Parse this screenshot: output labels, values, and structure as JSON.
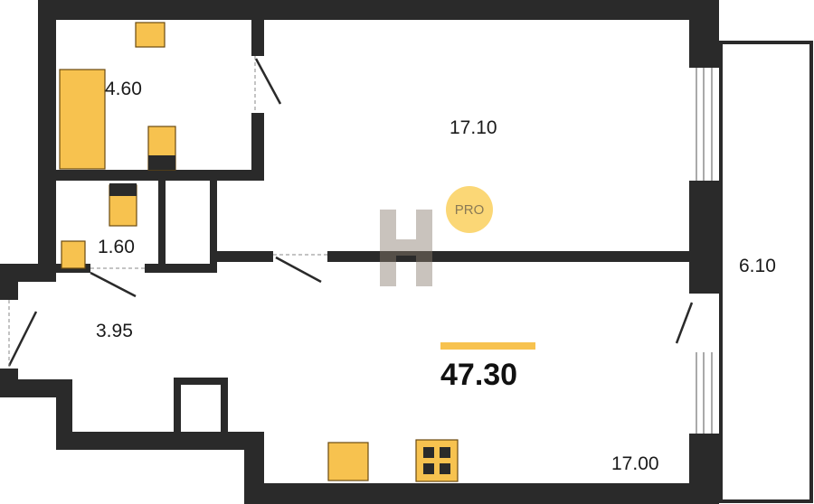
{
  "rooms": {
    "bathroom": "4.60",
    "living_room": "17.10",
    "toilet": "1.60",
    "hallway": "3.95",
    "balcony": "6.10",
    "kitchen": "17.00"
  },
  "total_area": "47.30",
  "badge": "PRO",
  "colors": {
    "wall": "#2a2a2a",
    "fixture": "#f7c24f",
    "accent": "#f7c24f"
  }
}
